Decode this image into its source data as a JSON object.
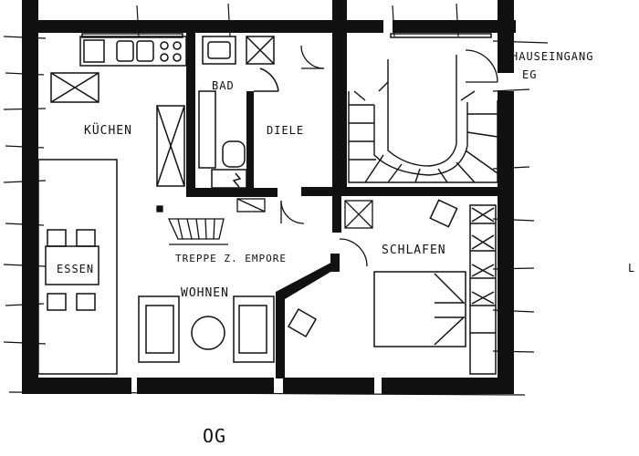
{
  "plan": {
    "title": "OG",
    "entrance": "HAUSEINGANG",
    "entrance_level": "EG",
    "margin_mark": "L\n∨",
    "rooms": {
      "kitchen": "KÜCHEN",
      "bath": "BAD",
      "hall": "DIELE",
      "dining": "ESSEN",
      "stairs": "TREPPE Z. EMPORE",
      "living": "WOHNEN",
      "bedroom": "SCHLAFEN"
    },
    "ink_color": "#111111",
    "paper_color": "#ffffff"
  }
}
